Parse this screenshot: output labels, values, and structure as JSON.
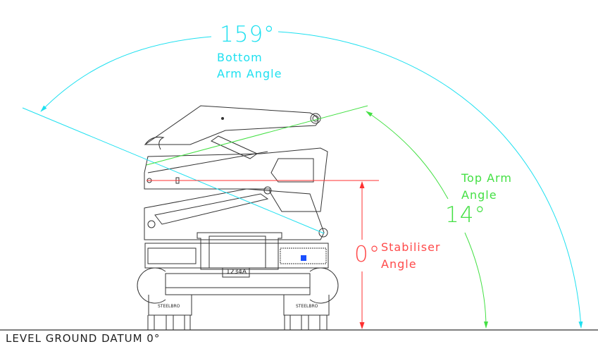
{
  "bottom_arm": {
    "angle": "159°",
    "label_line1": "Bottom",
    "label_line2": "Arm Angle",
    "color": "#1ee0f0"
  },
  "top_arm": {
    "angle": "14°",
    "label_line1": "Top Arm",
    "label_line2": "Angle",
    "color": "#44e044"
  },
  "stabiliser": {
    "angle": "0°",
    "label_line1": "Stabiliser",
    "label_line2": "Angle",
    "color": "#ff4a4a"
  },
  "ground": {
    "label": "LEVEL GROUND DATUM 0°"
  },
  "vehicle": {
    "plate": "1234A",
    "brand_left": "STEELBRO",
    "brand_right": "STEELBRO"
  }
}
